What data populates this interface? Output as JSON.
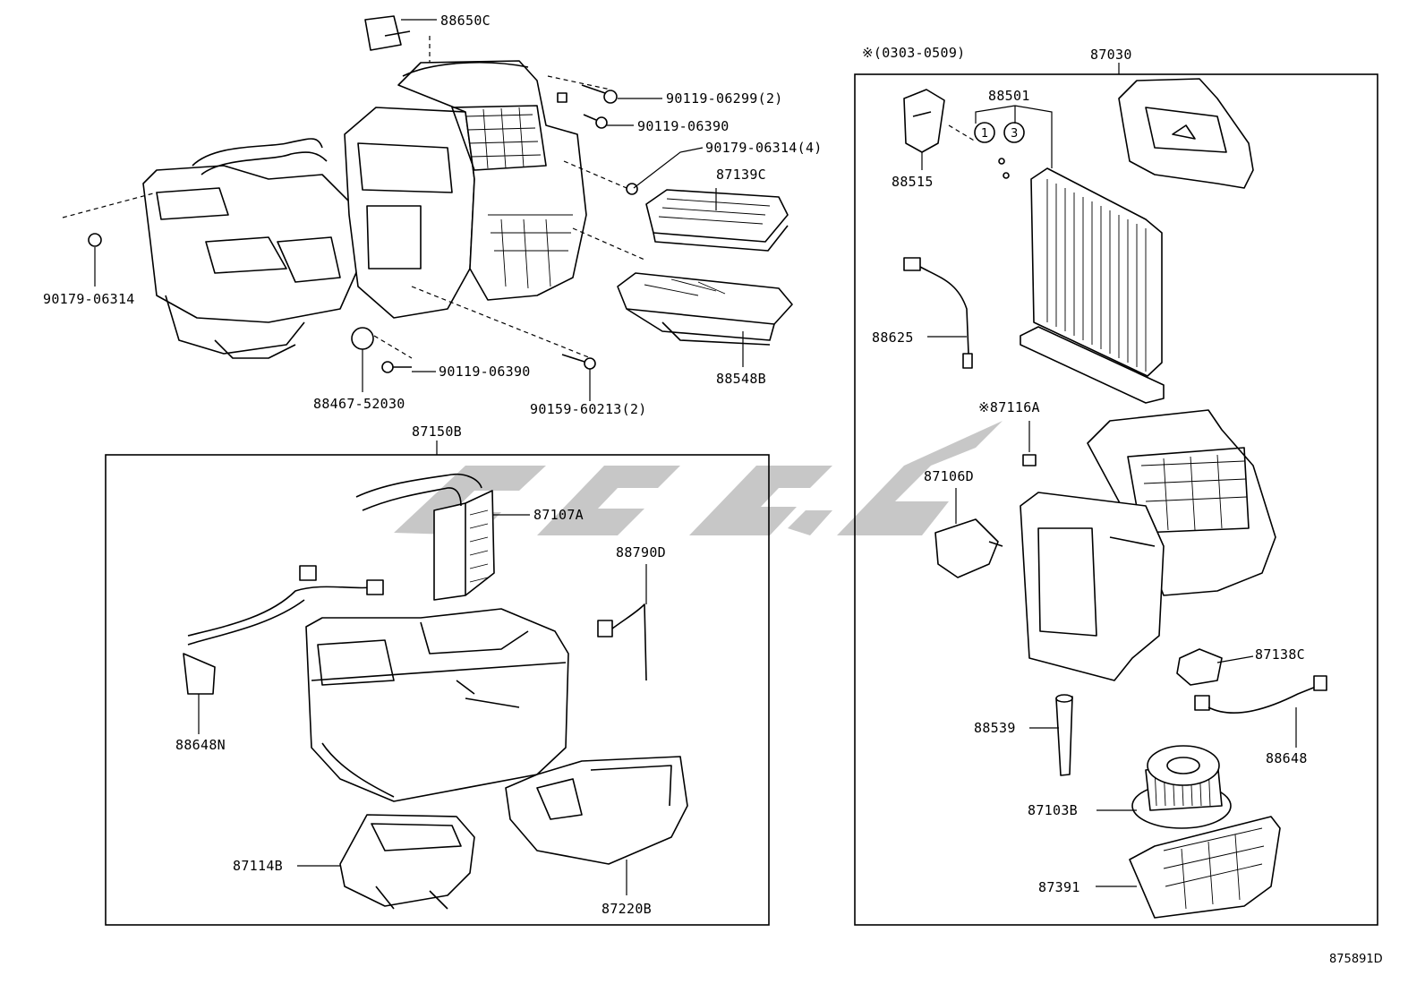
{
  "diagram_id": "875891D",
  "note_range": "※(0303-0509)",
  "labels": {
    "l88650C": "88650C",
    "l90119_06299": "90119-06299(2)",
    "l90119_06390a": "90119-06390",
    "l90179_06314_4": "90179-06314(4)",
    "l87139C": "87139C",
    "l90179_06314": "90179-06314",
    "l88548B": "88548B",
    "l88467": "88467-52030",
    "l90119_06390b": "90119-06390",
    "l90159": "90159-60213(2)",
    "l87150B": "87150B",
    "l87107A": "87107A",
    "l88790D": "88790D",
    "l88648N": "88648N",
    "l87114B": "87114B",
    "l87220B": "87220B",
    "l87030": "87030",
    "l88501": "88501",
    "l88515": "88515",
    "l88625": "88625",
    "l87116A": "※87116A",
    "l87106D": "87106D",
    "l87138C": "87138C",
    "l88539": "88539",
    "l88648": "88648",
    "l87103B": "87103B",
    "l87391": "87391",
    "c1": "1",
    "c3": "3"
  }
}
